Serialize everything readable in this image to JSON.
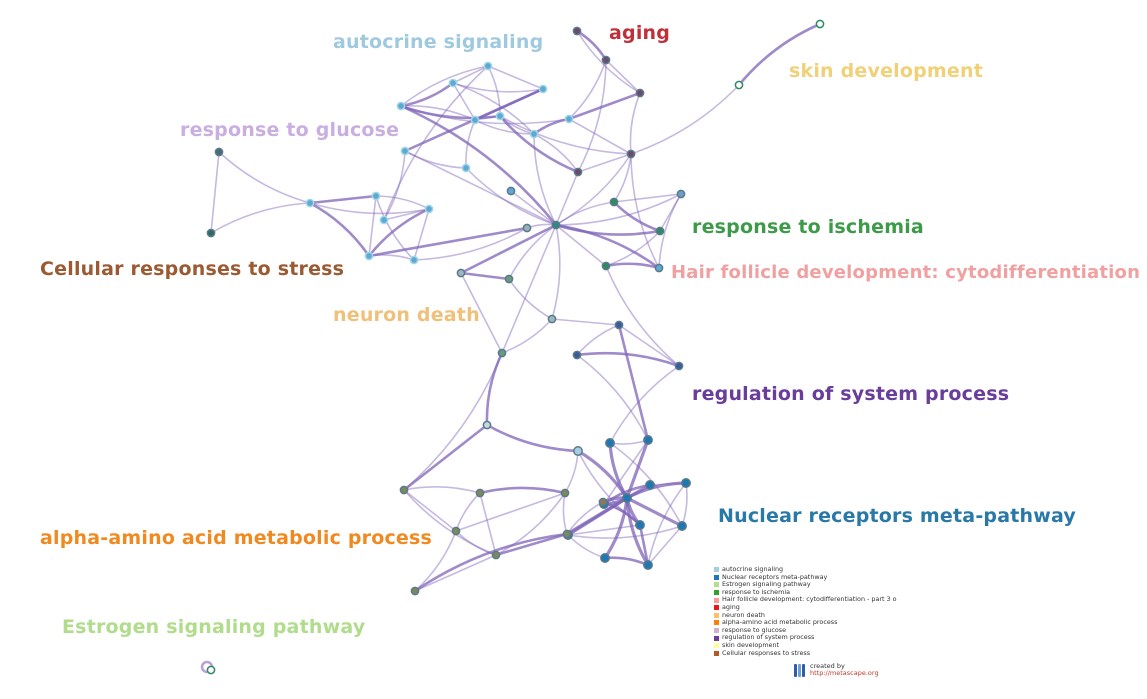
{
  "colors": {
    "edge": "#7f63b8",
    "node_stroke_default": "#9fd8e6"
  },
  "clusters": [
    {
      "id": "autocrine",
      "label": "autocrine signaling",
      "color": "#9fc9df"
    },
    {
      "id": "aging",
      "label": "aging",
      "color": "#c0303a"
    },
    {
      "id": "skin",
      "label": "skin development",
      "color": "#f0d178"
    },
    {
      "id": "glucose",
      "label": "response to glucose",
      "color": "#c9aee0"
    },
    {
      "id": "ischemia",
      "label": "response to ischemia",
      "color": "#3d9a48"
    },
    {
      "id": "stress",
      "label": "Cellular responses to stress",
      "color": "#9b5a32"
    },
    {
      "id": "hair",
      "label": "Hair follicle development: cytodifferentiation",
      "color": "#f0a0a0"
    },
    {
      "id": "neuron",
      "label": "neuron death",
      "color": "#f0c07a"
    },
    {
      "id": "regulation",
      "label": "regulation of system process",
      "color": "#6a3d9a"
    },
    {
      "id": "nuclear",
      "label": "Nuclear receptors meta-pathway",
      "color": "#2878a8"
    },
    {
      "id": "amino",
      "label": "alpha-amino acid metabolic process",
      "color": "#f08a20"
    },
    {
      "id": "estrogen",
      "label": "Estrogen signaling pathway",
      "color": "#b0dc8c"
    }
  ],
  "legend": [
    {
      "label": "autocrine signaling",
      "color": "#a6cee3"
    },
    {
      "label": "Nuclear receptors meta-pathway",
      "color": "#1f78b4"
    },
    {
      "label": "Estrogen signaling pathway",
      "color": "#b2df8a"
    },
    {
      "label": "response to ischemia",
      "color": "#33a02c"
    },
    {
      "label": "Hair follicle development: cytodifferentiation - part 3 o",
      "color": "#fb9a99"
    },
    {
      "label": "aging",
      "color": "#e31a1c"
    },
    {
      "label": "neuron death",
      "color": "#fdbf6f"
    },
    {
      "label": "alpha-amino acid metabolic process",
      "color": "#ff7f00"
    },
    {
      "label": "response to glucose",
      "color": "#cab2d6"
    },
    {
      "label": "regulation of system process",
      "color": "#6a3d9a"
    },
    {
      "label": "skin development",
      "color": "#ffff99"
    },
    {
      "label": "Cellular responses to stress",
      "color": "#b15928"
    }
  ],
  "credit": {
    "created_by": "created by",
    "url": "http://metascape.org"
  },
  "network": {
    "nodes": [
      {
        "id": "a1",
        "fill": "#6b4a6a"
      },
      {
        "id": "a2",
        "fill": "#6b4a6a"
      },
      {
        "id": "a3",
        "fill": "#6b4a6a"
      },
      {
        "id": "sk1",
        "fill": "#ffffff"
      },
      {
        "id": "sk2",
        "fill": "#ffffff"
      },
      {
        "id": "au1",
        "fill": "#5fa8d3"
      },
      {
        "id": "au2",
        "fill": "#5fa8d3"
      },
      {
        "id": "au3",
        "fill": "#5fa8d3"
      },
      {
        "id": "au4",
        "fill": "#5fa8d3"
      },
      {
        "id": "au5",
        "fill": "#5fa8d3"
      },
      {
        "id": "au6",
        "fill": "#5fa8d3"
      },
      {
        "id": "au7",
        "fill": "#5fa8d3"
      },
      {
        "id": "au8",
        "fill": "#5fa8d3"
      },
      {
        "id": "au9",
        "fill": "#5fa8d3"
      },
      {
        "id": "au10",
        "fill": "#5fa8d3"
      },
      {
        "id": "au11",
        "fill": "#5fa8d3"
      },
      {
        "id": "m1",
        "fill": "#6b4a6a"
      },
      {
        "id": "m2",
        "fill": "#6b4a6a"
      },
      {
        "id": "g1",
        "fill": "#4a6a7a"
      },
      {
        "id": "g2",
        "fill": "#2e6a64"
      },
      {
        "id": "gl1",
        "fill": "#5fa8d3"
      },
      {
        "id": "gl2",
        "fill": "#5fa8d3"
      },
      {
        "id": "gl3",
        "fill": "#5fa8d3"
      },
      {
        "id": "gl4",
        "fill": "#5fa8d3"
      },
      {
        "id": "gl5",
        "fill": "#5fa8d3"
      },
      {
        "id": "gl6",
        "fill": "#5fa8d3"
      },
      {
        "id": "c1",
        "fill": "#2e8a80"
      },
      {
        "id": "c2",
        "fill": "#9ab0b8"
      },
      {
        "id": "c3",
        "fill": "#5fa8d3"
      },
      {
        "id": "i1",
        "fill": "#2e8a60"
      },
      {
        "id": "i2",
        "fill": "#2e8a60"
      },
      {
        "id": "i3",
        "fill": "#2e8a60"
      },
      {
        "id": "i4",
        "fill": "#6aa0c8"
      },
      {
        "id": "i5",
        "fill": "#5fa8d3"
      },
      {
        "id": "n1",
        "fill": "#9ab8c0"
      },
      {
        "id": "n2",
        "fill": "#6a9a80"
      },
      {
        "id": "n3",
        "fill": "#9ab8c0"
      },
      {
        "id": "n4",
        "fill": "#6a9a80"
      },
      {
        "id": "n5",
        "fill": "#c8d8e0"
      },
      {
        "id": "r1",
        "fill": "#3a5a9a"
      },
      {
        "id": "r2",
        "fill": "#3a5a9a"
      },
      {
        "id": "r3",
        "fill": "#3a5a9a"
      },
      {
        "id": "nr1",
        "fill": "#1f78b4"
      },
      {
        "id": "nr2",
        "fill": "#1f78b4"
      },
      {
        "id": "nr3",
        "fill": "#1f78b4"
      },
      {
        "id": "nr4",
        "fill": "#1f78b4"
      },
      {
        "id": "nr5",
        "fill": "#1f78b4"
      },
      {
        "id": "nr6",
        "fill": "#1f78b4"
      },
      {
        "id": "nr7",
        "fill": "#1f78b4"
      },
      {
        "id": "nr8",
        "fill": "#1f78b4"
      },
      {
        "id": "nr9",
        "fill": "#1f78b4"
      },
      {
        "id": "nr10",
        "fill": "#1f78b4"
      },
      {
        "id": "nr11",
        "fill": "#1f78b4"
      },
      {
        "id": "nr12",
        "fill": "#a6cee3"
      },
      {
        "id": "am1",
        "fill": "#7a8a5a"
      },
      {
        "id": "am2",
        "fill": "#7a8a5a"
      },
      {
        "id": "am3",
        "fill": "#7a8a5a"
      },
      {
        "id": "am4",
        "fill": "#7a8a5a"
      },
      {
        "id": "am5",
        "fill": "#7a8a5a"
      },
      {
        "id": "am6",
        "fill": "#7a8a5a"
      },
      {
        "id": "am7",
        "fill": "#8a7a5a"
      },
      {
        "id": "am8",
        "fill": "#7a8a5a"
      },
      {
        "id": "es1",
        "fill": "#ffffff"
      }
    ],
    "edges": [
      [
        "a1",
        "a2"
      ],
      [
        "a2",
        "a3"
      ],
      [
        "a1",
        "a3"
      ],
      [
        "a2",
        "au8"
      ],
      [
        "a3",
        "au8"
      ],
      [
        "a3",
        "m1"
      ],
      [
        "a2",
        "m2"
      ],
      [
        "m1",
        "au10"
      ],
      [
        "sk1",
        "sk2"
      ],
      [
        "sk2",
        "m1"
      ],
      [
        "au1",
        "au2"
      ],
      [
        "au1",
        "au3"
      ],
      [
        "au2",
        "au3"
      ],
      [
        "au1",
        "au4"
      ],
      [
        "au2",
        "au4"
      ],
      [
        "au3",
        "au5"
      ],
      [
        "au4",
        "au5"
      ],
      [
        "au5",
        "au6"
      ],
      [
        "au6",
        "au7"
      ],
      [
        "au5",
        "au7"
      ],
      [
        "au3",
        "au7"
      ],
      [
        "au1",
        "au7"
      ],
      [
        "au2",
        "au5"
      ],
      [
        "au7",
        "au10"
      ],
      [
        "au6",
        "au8"
      ],
      [
        "au8",
        "au10"
      ],
      [
        "au5",
        "au9"
      ],
      [
        "au9",
        "au11"
      ],
      [
        "au4",
        "au11"
      ],
      [
        "au3",
        "au8"
      ],
      [
        "au6",
        "m2"
      ],
      [
        "au10",
        "m2"
      ],
      [
        "au7",
        "m2"
      ],
      [
        "au2",
        "au6"
      ],
      [
        "au11",
        "c1"
      ],
      [
        "au9",
        "c1"
      ],
      [
        "au3",
        "c1"
      ],
      [
        "g1",
        "g2"
      ],
      [
        "g1",
        "gl1"
      ],
      [
        "g2",
        "gl1"
      ],
      [
        "gl1",
        "gl2"
      ],
      [
        "gl1",
        "gl3"
      ],
      [
        "gl2",
        "gl3"
      ],
      [
        "gl2",
        "gl4"
      ],
      [
        "gl3",
        "gl4"
      ],
      [
        "gl4",
        "gl5"
      ],
      [
        "gl3",
        "gl5"
      ],
      [
        "gl2",
        "gl5"
      ],
      [
        "gl1",
        "gl4"
      ],
      [
        "gl3",
        "gl6"
      ],
      [
        "gl6",
        "au11"
      ],
      [
        "gl6",
        "au1"
      ],
      [
        "gl4",
        "c2"
      ],
      [
        "gl5",
        "c2"
      ],
      [
        "c2",
        "c1"
      ],
      [
        "c1",
        "c3"
      ],
      [
        "c1",
        "i2"
      ],
      [
        "c1",
        "i1"
      ],
      [
        "c1",
        "i3"
      ],
      [
        "c1",
        "i4"
      ],
      [
        "c1",
        "i5"
      ],
      [
        "c1",
        "m2"
      ],
      [
        "c1",
        "m1"
      ],
      [
        "c1",
        "au6"
      ],
      [
        "c1",
        "n1"
      ],
      [
        "c1",
        "n2"
      ],
      [
        "c1",
        "n3"
      ],
      [
        "c1",
        "n4"
      ],
      [
        "i1",
        "i2"
      ],
      [
        "i2",
        "i3"
      ],
      [
        "i1",
        "i4"
      ],
      [
        "i4",
        "i5"
      ],
      [
        "i3",
        "i5"
      ],
      [
        "i2",
        "i4"
      ],
      [
        "i1",
        "m1"
      ],
      [
        "i5",
        "m1"
      ],
      [
        "n1",
        "n2"
      ],
      [
        "n2",
        "n3"
      ],
      [
        "n3",
        "n4"
      ],
      [
        "n1",
        "n4"
      ],
      [
        "n4",
        "n5"
      ],
      [
        "n4",
        "am1"
      ],
      [
        "n3",
        "r1"
      ],
      [
        "r1",
        "r2"
      ],
      [
        "r2",
        "r3"
      ],
      [
        "r1",
        "r3"
      ],
      [
        "r3",
        "nr2"
      ],
      [
        "r2",
        "nr1"
      ],
      [
        "r1",
        "nr1"
      ],
      [
        "i3",
        "r3"
      ],
      [
        "nr1",
        "nr2"
      ],
      [
        "nr1",
        "nr3"
      ],
      [
        "nr2",
        "nr3"
      ],
      [
        "nr3",
        "nr4"
      ],
      [
        "nr3",
        "nr5"
      ],
      [
        "nr3",
        "nr6"
      ],
      [
        "nr3",
        "nr7"
      ],
      [
        "nr3",
        "nr8"
      ],
      [
        "nr3",
        "nr9"
      ],
      [
        "nr3",
        "nr10"
      ],
      [
        "nr3",
        "nr11"
      ],
      [
        "nr3",
        "nr12"
      ],
      [
        "nr4",
        "nr5"
      ],
      [
        "nr5",
        "nr6"
      ],
      [
        "nr6",
        "nr7"
      ],
      [
        "nr7",
        "nr8"
      ],
      [
        "nr8",
        "nr9"
      ],
      [
        "nr9",
        "nr10"
      ],
      [
        "nr10",
        "nr11"
      ],
      [
        "nr11",
        "nr4"
      ],
      [
        "nr4",
        "nr6"
      ],
      [
        "nr5",
        "nr8"
      ],
      [
        "nr6",
        "nr9"
      ],
      [
        "nr12",
        "nr9"
      ],
      [
        "nr2",
        "nr5"
      ],
      [
        "nr1",
        "nr10"
      ],
      [
        "n5",
        "nr12"
      ],
      [
        "am1",
        "am2"
      ],
      [
        "am1",
        "am3"
      ],
      [
        "am2",
        "am3"
      ],
      [
        "am2",
        "am4"
      ],
      [
        "am3",
        "am4"
      ],
      [
        "am3",
        "am5"
      ],
      [
        "am4",
        "am5"
      ],
      [
        "am5",
        "am6"
      ],
      [
        "am4",
        "am6"
      ],
      [
        "am6",
        "am7"
      ],
      [
        "am5",
        "am8"
      ],
      [
        "am6",
        "am8"
      ],
      [
        "am7",
        "nr3"
      ],
      [
        "am6",
        "nr3"
      ],
      [
        "am7",
        "nr10"
      ],
      [
        "am7",
        "nr9"
      ],
      [
        "am2",
        "am5"
      ],
      [
        "am1",
        "am5"
      ],
      [
        "am3",
        "am8"
      ],
      [
        "am1",
        "n5"
      ],
      [
        "am4",
        "nr12"
      ]
    ]
  }
}
